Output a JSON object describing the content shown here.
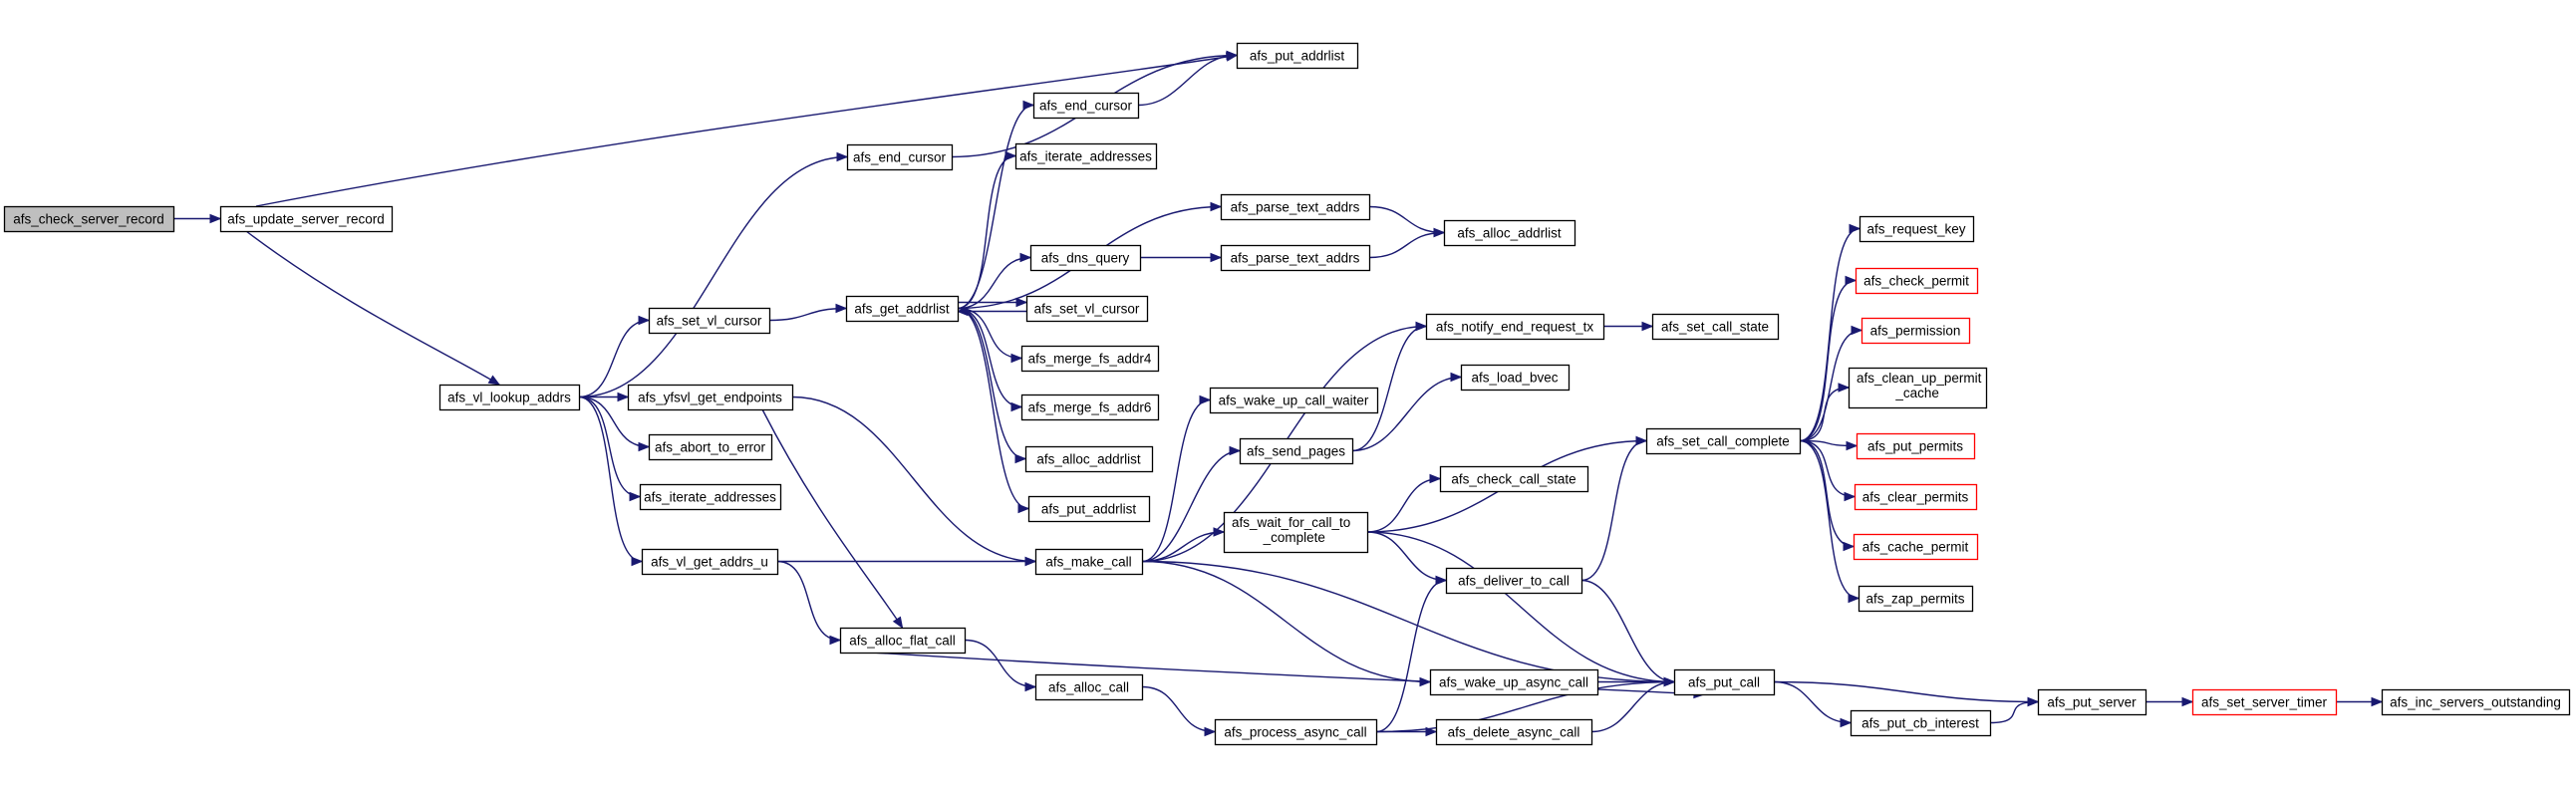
{
  "diagram": {
    "kind": "call-graph",
    "colors": {
      "edge": "#191970",
      "root_fill": "#bfbfbf",
      "node_fill": "#ffffff",
      "node_border": "#000000",
      "truncated_border": "#ff0000"
    },
    "nodes": [
      {
        "id": "afs_check_server_record",
        "label": "afs_check_server_record",
        "style": "root"
      },
      {
        "id": "afs_update_server_record",
        "label": "afs_update_server_record",
        "style": "normal"
      },
      {
        "id": "afs_put_addrlist_a",
        "label": "afs_put_addrlist",
        "style": "normal"
      },
      {
        "id": "afs_end_cursor_a",
        "label": "afs_end_cursor",
        "style": "normal"
      },
      {
        "id": "afs_end_cursor_b",
        "label": "afs_end_cursor",
        "style": "normal"
      },
      {
        "id": "afs_iterate_addresses_a",
        "label": "afs_iterate_addresses",
        "style": "normal"
      },
      {
        "id": "afs_parse_text_addrs_a",
        "label": "afs_parse_text_addrs",
        "style": "normal"
      },
      {
        "id": "afs_alloc_addrlist_a",
        "label": "afs_alloc_addrlist",
        "style": "normal"
      },
      {
        "id": "afs_dns_query",
        "label": "afs_dns_query",
        "style": "normal"
      },
      {
        "id": "afs_parse_text_addrs_b",
        "label": "afs_parse_text_addrs",
        "style": "normal"
      },
      {
        "id": "afs_get_addrlist",
        "label": "afs_get_addrlist",
        "style": "normal"
      },
      {
        "id": "afs_set_vl_cursor_a",
        "label": "afs_set_vl_cursor",
        "style": "normal"
      },
      {
        "id": "afs_set_vl_cursor_b",
        "label": "afs_set_vl_cursor",
        "style": "normal"
      },
      {
        "id": "afs_merge_fs_addr4",
        "label": "afs_merge_fs_addr4",
        "style": "normal"
      },
      {
        "id": "afs_merge_fs_addr6",
        "label": "afs_merge_fs_addr6",
        "style": "normal"
      },
      {
        "id": "afs_alloc_addrlist_b",
        "label": "afs_alloc_addrlist",
        "style": "normal"
      },
      {
        "id": "afs_put_addrlist_b",
        "label": "afs_put_addrlist",
        "style": "normal"
      },
      {
        "id": "afs_vl_lookup_addrs",
        "label": "afs_vl_lookup_addrs",
        "style": "normal"
      },
      {
        "id": "afs_yfsvl_get_endpoints",
        "label": "afs_yfsvl_get_endpoints",
        "style": "normal"
      },
      {
        "id": "afs_abort_to_error",
        "label": "afs_abort_to_error",
        "style": "normal"
      },
      {
        "id": "afs_iterate_addresses_b",
        "label": "afs_iterate_addresses",
        "style": "normal"
      },
      {
        "id": "afs_vl_get_addrs_u",
        "label": "afs_vl_get_addrs_u",
        "style": "normal"
      },
      {
        "id": "afs_alloc_flat_call",
        "label": "afs_alloc_flat_call",
        "style": "normal"
      },
      {
        "id": "afs_make_call",
        "label": "afs_make_call",
        "style": "normal"
      },
      {
        "id": "afs_alloc_call",
        "label": "afs_alloc_call",
        "style": "normal"
      },
      {
        "id": "afs_wake_up_call_waiter",
        "label": "afs_wake_up_call_waiter",
        "style": "normal"
      },
      {
        "id": "afs_send_pages",
        "label": "afs_send_pages",
        "style": "normal"
      },
      {
        "id": "afs_wait_for_call_to_complete",
        "label": "afs_wait_for_call_to\n_complete",
        "style": "normal"
      },
      {
        "id": "afs_process_async_call",
        "label": "afs_process_async_call",
        "style": "normal"
      },
      {
        "id": "afs_notify_end_request_tx",
        "label": "afs_notify_end_request_tx",
        "style": "normal"
      },
      {
        "id": "afs_load_bvec",
        "label": "afs_load_bvec",
        "style": "normal"
      },
      {
        "id": "afs_check_call_state",
        "label": "afs_check_call_state",
        "style": "normal"
      },
      {
        "id": "afs_deliver_to_call",
        "label": "afs_deliver_to_call",
        "style": "normal"
      },
      {
        "id": "afs_wake_up_async_call",
        "label": "afs_wake_up_async_call",
        "style": "normal"
      },
      {
        "id": "afs_delete_async_call",
        "label": "afs_delete_async_call",
        "style": "normal"
      },
      {
        "id": "afs_set_call_state",
        "label": "afs_set_call_state",
        "style": "normal"
      },
      {
        "id": "afs_set_call_complete",
        "label": "afs_set_call_complete",
        "style": "normal"
      },
      {
        "id": "afs_put_call",
        "label": "afs_put_call",
        "style": "normal"
      },
      {
        "id": "afs_request_key",
        "label": "afs_request_key",
        "style": "normal"
      },
      {
        "id": "afs_check_permit",
        "label": "afs_check_permit",
        "style": "truncated"
      },
      {
        "id": "afs_permission",
        "label": "afs_permission",
        "style": "truncated"
      },
      {
        "id": "afs_clean_up_permit_cache",
        "label": "afs_clean_up_permit\n_cache",
        "style": "normal"
      },
      {
        "id": "afs_put_permits",
        "label": "afs_put_permits",
        "style": "truncated"
      },
      {
        "id": "afs_clear_permits",
        "label": "afs_clear_permits",
        "style": "truncated"
      },
      {
        "id": "afs_cache_permit",
        "label": "afs_cache_permit",
        "style": "truncated"
      },
      {
        "id": "afs_zap_permits",
        "label": "afs_zap_permits",
        "style": "normal"
      },
      {
        "id": "afs_put_cb_interest",
        "label": "afs_put_cb_interest",
        "style": "normal"
      },
      {
        "id": "afs_put_server",
        "label": "afs_put_server",
        "style": "normal"
      },
      {
        "id": "afs_set_server_timer",
        "label": "afs_set_server_timer",
        "style": "truncated"
      },
      {
        "id": "afs_inc_servers_outstanding",
        "label": "afs_inc_servers_outstanding",
        "style": "normal"
      }
    ],
    "edges": [
      {
        "from": "afs_check_server_record",
        "to": "afs_update_server_record"
      },
      {
        "from": "afs_update_server_record",
        "to": "afs_put_addrlist_a"
      },
      {
        "from": "afs_update_server_record",
        "to": "afs_vl_lookup_addrs"
      },
      {
        "from": "afs_vl_lookup_addrs",
        "to": "afs_end_cursor_b"
      },
      {
        "from": "afs_vl_lookup_addrs",
        "to": "afs_set_vl_cursor_a"
      },
      {
        "from": "afs_vl_lookup_addrs",
        "to": "afs_yfsvl_get_endpoints"
      },
      {
        "from": "afs_vl_lookup_addrs",
        "to": "afs_abort_to_error"
      },
      {
        "from": "afs_vl_lookup_addrs",
        "to": "afs_iterate_addresses_b"
      },
      {
        "from": "afs_vl_lookup_addrs",
        "to": "afs_vl_get_addrs_u"
      },
      {
        "from": "afs_end_cursor_b",
        "to": "afs_put_addrlist_a"
      },
      {
        "from": "afs_end_cursor_a",
        "to": "afs_put_addrlist_a"
      },
      {
        "from": "afs_set_vl_cursor_a",
        "to": "afs_get_addrlist"
      },
      {
        "from": "afs_get_addrlist",
        "to": "afs_end_cursor_a"
      },
      {
        "from": "afs_get_addrlist",
        "to": "afs_iterate_addresses_a"
      },
      {
        "from": "afs_get_addrlist",
        "to": "afs_parse_text_addrs_a"
      },
      {
        "from": "afs_get_addrlist",
        "to": "afs_dns_query"
      },
      {
        "from": "afs_get_addrlist",
        "to": "afs_set_vl_cursor_b"
      },
      {
        "from": "afs_set_vl_cursor_b",
        "to": "afs_get_addrlist"
      },
      {
        "from": "afs_get_addrlist",
        "to": "afs_merge_fs_addr4"
      },
      {
        "from": "afs_get_addrlist",
        "to": "afs_merge_fs_addr6"
      },
      {
        "from": "afs_get_addrlist",
        "to": "afs_alloc_addrlist_b"
      },
      {
        "from": "afs_get_addrlist",
        "to": "afs_put_addrlist_b"
      },
      {
        "from": "afs_dns_query",
        "to": "afs_parse_text_addrs_b"
      },
      {
        "from": "afs_parse_text_addrs_a",
        "to": "afs_alloc_addrlist_a"
      },
      {
        "from": "afs_parse_text_addrs_b",
        "to": "afs_alloc_addrlist_a"
      },
      {
        "from": "afs_yfsvl_get_endpoints",
        "to": "afs_make_call"
      },
      {
        "from": "afs_yfsvl_get_endpoints",
        "to": "afs_alloc_flat_call"
      },
      {
        "from": "afs_vl_get_addrs_u",
        "to": "afs_make_call"
      },
      {
        "from": "afs_vl_get_addrs_u",
        "to": "afs_alloc_flat_call"
      },
      {
        "from": "afs_alloc_flat_call",
        "to": "afs_alloc_call"
      },
      {
        "from": "afs_alloc_flat_call",
        "to": "afs_put_call"
      },
      {
        "from": "afs_alloc_call",
        "to": "afs_process_async_call"
      },
      {
        "from": "afs_make_call",
        "to": "afs_notify_end_request_tx"
      },
      {
        "from": "afs_make_call",
        "to": "afs_wake_up_call_waiter"
      },
      {
        "from": "afs_make_call",
        "to": "afs_send_pages"
      },
      {
        "from": "afs_make_call",
        "to": "afs_wait_for_call_to_complete"
      },
      {
        "from": "afs_make_call",
        "to": "afs_put_call"
      },
      {
        "from": "afs_make_call",
        "to": "afs_wake_up_async_call"
      },
      {
        "from": "afs_send_pages",
        "to": "afs_notify_end_request_tx"
      },
      {
        "from": "afs_send_pages",
        "to": "afs_load_bvec"
      },
      {
        "from": "afs_wait_for_call_to_complete",
        "to": "afs_set_call_complete"
      },
      {
        "from": "afs_wait_for_call_to_complete",
        "to": "afs_check_call_state"
      },
      {
        "from": "afs_wait_for_call_to_complete",
        "to": "afs_deliver_to_call"
      },
      {
        "from": "afs_wait_for_call_to_complete",
        "to": "afs_put_call"
      },
      {
        "from": "afs_process_async_call",
        "to": "afs_deliver_to_call"
      },
      {
        "from": "afs_process_async_call",
        "to": "afs_delete_async_call"
      },
      {
        "from": "afs_process_async_call",
        "to": "afs_put_call"
      },
      {
        "from": "afs_notify_end_request_tx",
        "to": "afs_set_call_state"
      },
      {
        "from": "afs_deliver_to_call",
        "to": "afs_set_call_complete"
      },
      {
        "from": "afs_deliver_to_call",
        "to": "afs_put_call"
      },
      {
        "from": "afs_wake_up_async_call",
        "to": "afs_put_call"
      },
      {
        "from": "afs_delete_async_call",
        "to": "afs_put_call"
      },
      {
        "from": "afs_set_call_complete",
        "to": "afs_request_key"
      },
      {
        "from": "afs_set_call_complete",
        "to": "afs_check_permit"
      },
      {
        "from": "afs_set_call_complete",
        "to": "afs_permission"
      },
      {
        "from": "afs_set_call_complete",
        "to": "afs_clean_up_permit_cache"
      },
      {
        "from": "afs_set_call_complete",
        "to": "afs_put_permits"
      },
      {
        "from": "afs_set_call_complete",
        "to": "afs_clear_permits"
      },
      {
        "from": "afs_set_call_complete",
        "to": "afs_cache_permit"
      },
      {
        "from": "afs_set_call_complete",
        "to": "afs_zap_permits"
      },
      {
        "from": "afs_put_call",
        "to": "afs_put_server"
      },
      {
        "from": "afs_put_call",
        "to": "afs_put_cb_interest"
      },
      {
        "from": "afs_put_cb_interest",
        "to": "afs_put_server"
      },
      {
        "from": "afs_put_server",
        "to": "afs_set_server_timer"
      },
      {
        "from": "afs_set_server_timer",
        "to": "afs_inc_servers_outstanding"
      }
    ]
  }
}
